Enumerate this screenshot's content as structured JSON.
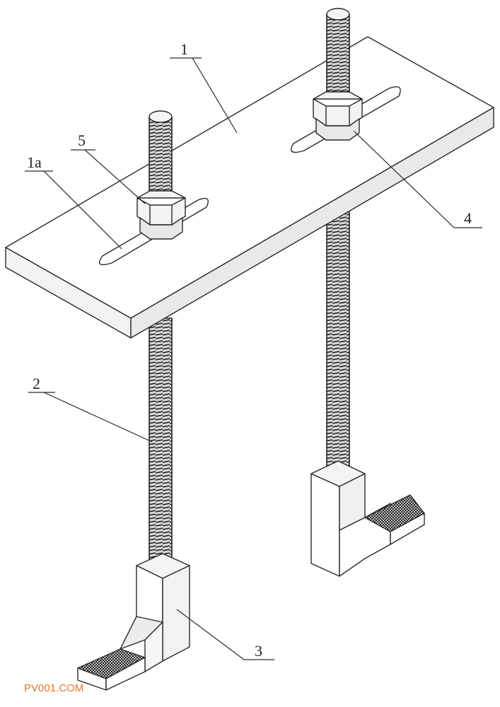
{
  "labels": {
    "plate": "1",
    "slot": "1a",
    "rod": "2",
    "foot": "3",
    "nut_right": "4",
    "nut_left": "5"
  },
  "watermark": "PV001.COM",
  "colors": {
    "line": "#2a2a2a",
    "face_top": "#ffffff",
    "face_side": "#f2f2f2",
    "watermark": "#e07a2e"
  }
}
